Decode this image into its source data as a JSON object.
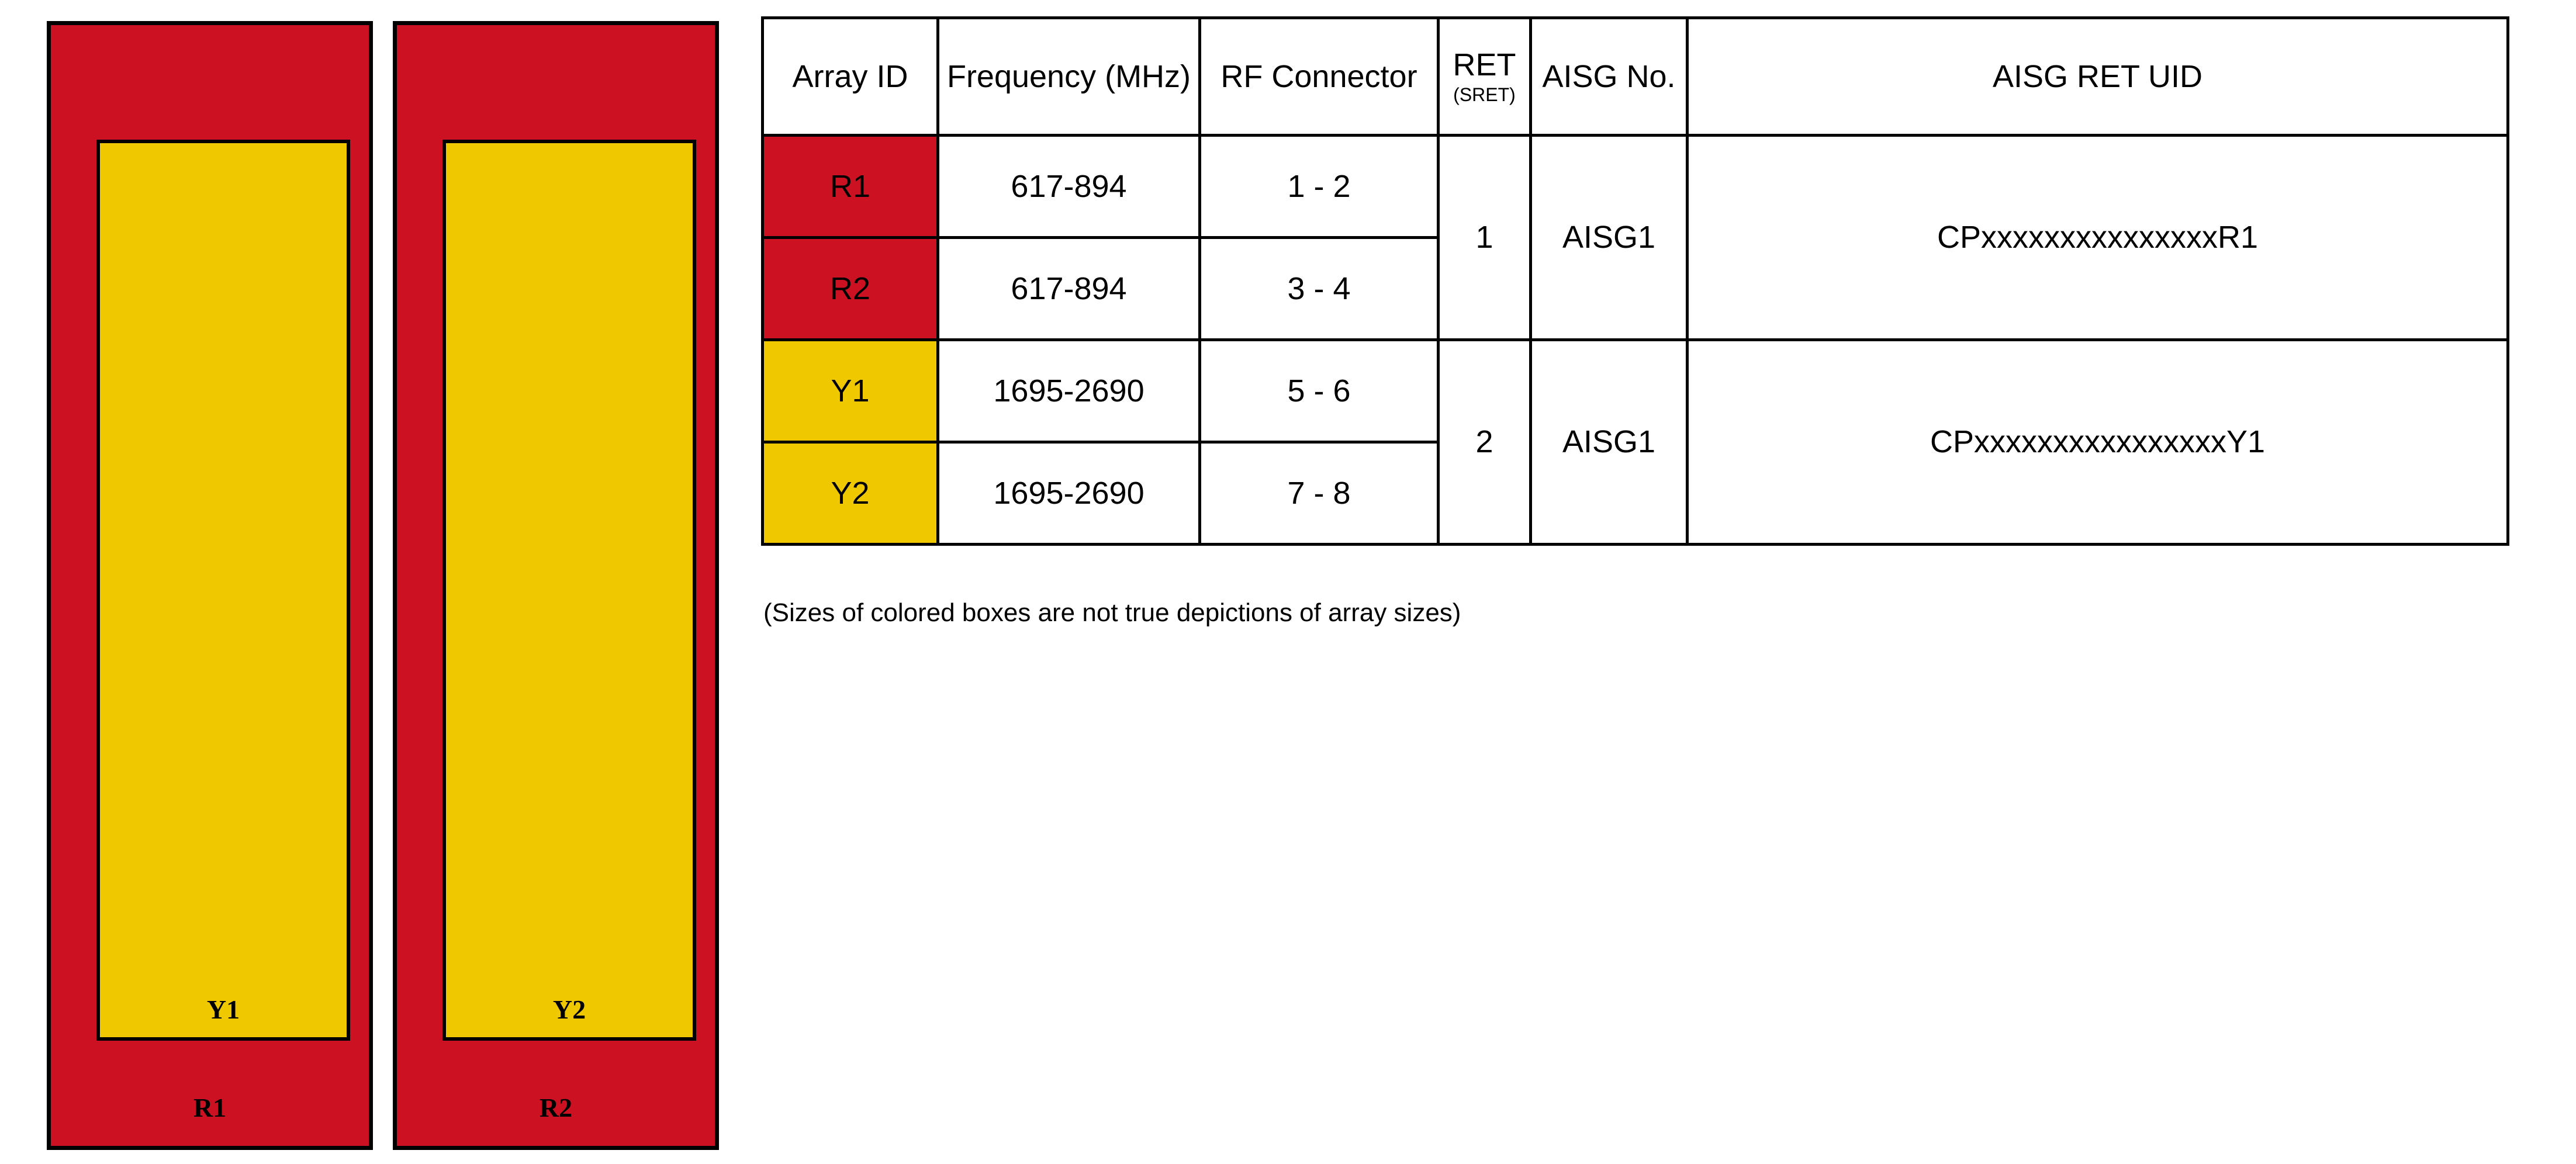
{
  "diagram": {
    "caption": "(Sizes of colored boxes are not true depictions of array sizes)",
    "colors": {
      "red": "#CC1122",
      "yellow": "#EFC800",
      "outline": "#000000"
    },
    "panels": [
      {
        "outer_label": "R1",
        "inner_label": "Y1",
        "outer_color": "#CC1122",
        "inner_color": "#EFC800"
      },
      {
        "outer_label": "R2",
        "inner_label": "Y2",
        "outer_color": "#CC1122",
        "inner_color": "#EFC800"
      }
    ]
  },
  "table": {
    "headers": {
      "array_id": "Array ID",
      "frequency": "Frequency (MHz)",
      "rf_connector": "RF Connector",
      "ret_main": "RET",
      "ret_sub": "(SRET)",
      "aisg_no": "AISG No.",
      "aisg_ret_uid": "AISG RET UID"
    },
    "rows": [
      {
        "array_id": "R1",
        "array_color": "#CC1122",
        "frequency": "617-894",
        "rf_connector": "1 - 2"
      },
      {
        "array_id": "R2",
        "array_color": "#CC1122",
        "frequency": "617-894",
        "rf_connector": "3 - 4"
      },
      {
        "array_id": "Y1",
        "array_color": "#EFC800",
        "frequency": "1695-2690",
        "rf_connector": "5 - 6"
      },
      {
        "array_id": "Y2",
        "array_color": "#EFC800",
        "frequency": "1695-2690",
        "rf_connector": "7 - 8"
      }
    ],
    "groups": [
      {
        "ret": "1",
        "aisg_no": "AISG1",
        "aisg_ret_uid": "CPxxxxxxxxxxxxxxxR1"
      },
      {
        "ret": "2",
        "aisg_no": "AISG1",
        "aisg_ret_uid": "CPxxxxxxxxxxxxxxxxY1"
      }
    ]
  }
}
